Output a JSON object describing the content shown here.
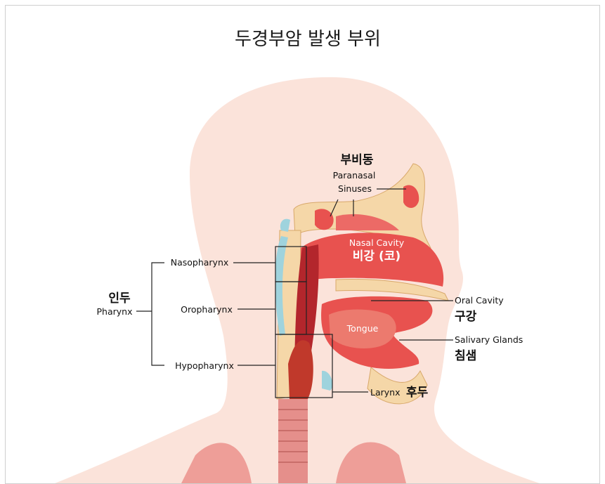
{
  "title": "두경부암 발생 부위",
  "labels": {
    "paranasal_ko": "부비동",
    "paranasal_en_1": "Paranasal",
    "paranasal_en_2": "Sinuses",
    "nasal_en": "Nasal Cavity",
    "nasal_ko": "비강 (코)",
    "pharynx_ko": "인두",
    "pharynx_en": "Pharynx",
    "nasopharynx": "Nasopharynx",
    "oropharynx": "Oropharynx",
    "hypopharynx": "Hypopharynx",
    "oral_en": "Oral Cavity",
    "oral_ko": "구강",
    "tongue": "Tongue",
    "salivary_en": "Salivary Glands",
    "salivary_ko": "침샘",
    "larynx_en": "Larynx",
    "larynx_ko": "후두"
  },
  "colors": {
    "skin": "#fbe3da",
    "tissue": "#e8524f",
    "tissue_dark": "#b3262c",
    "bone": "#f5d7a8",
    "cartilage": "#9fd3dd"
  }
}
